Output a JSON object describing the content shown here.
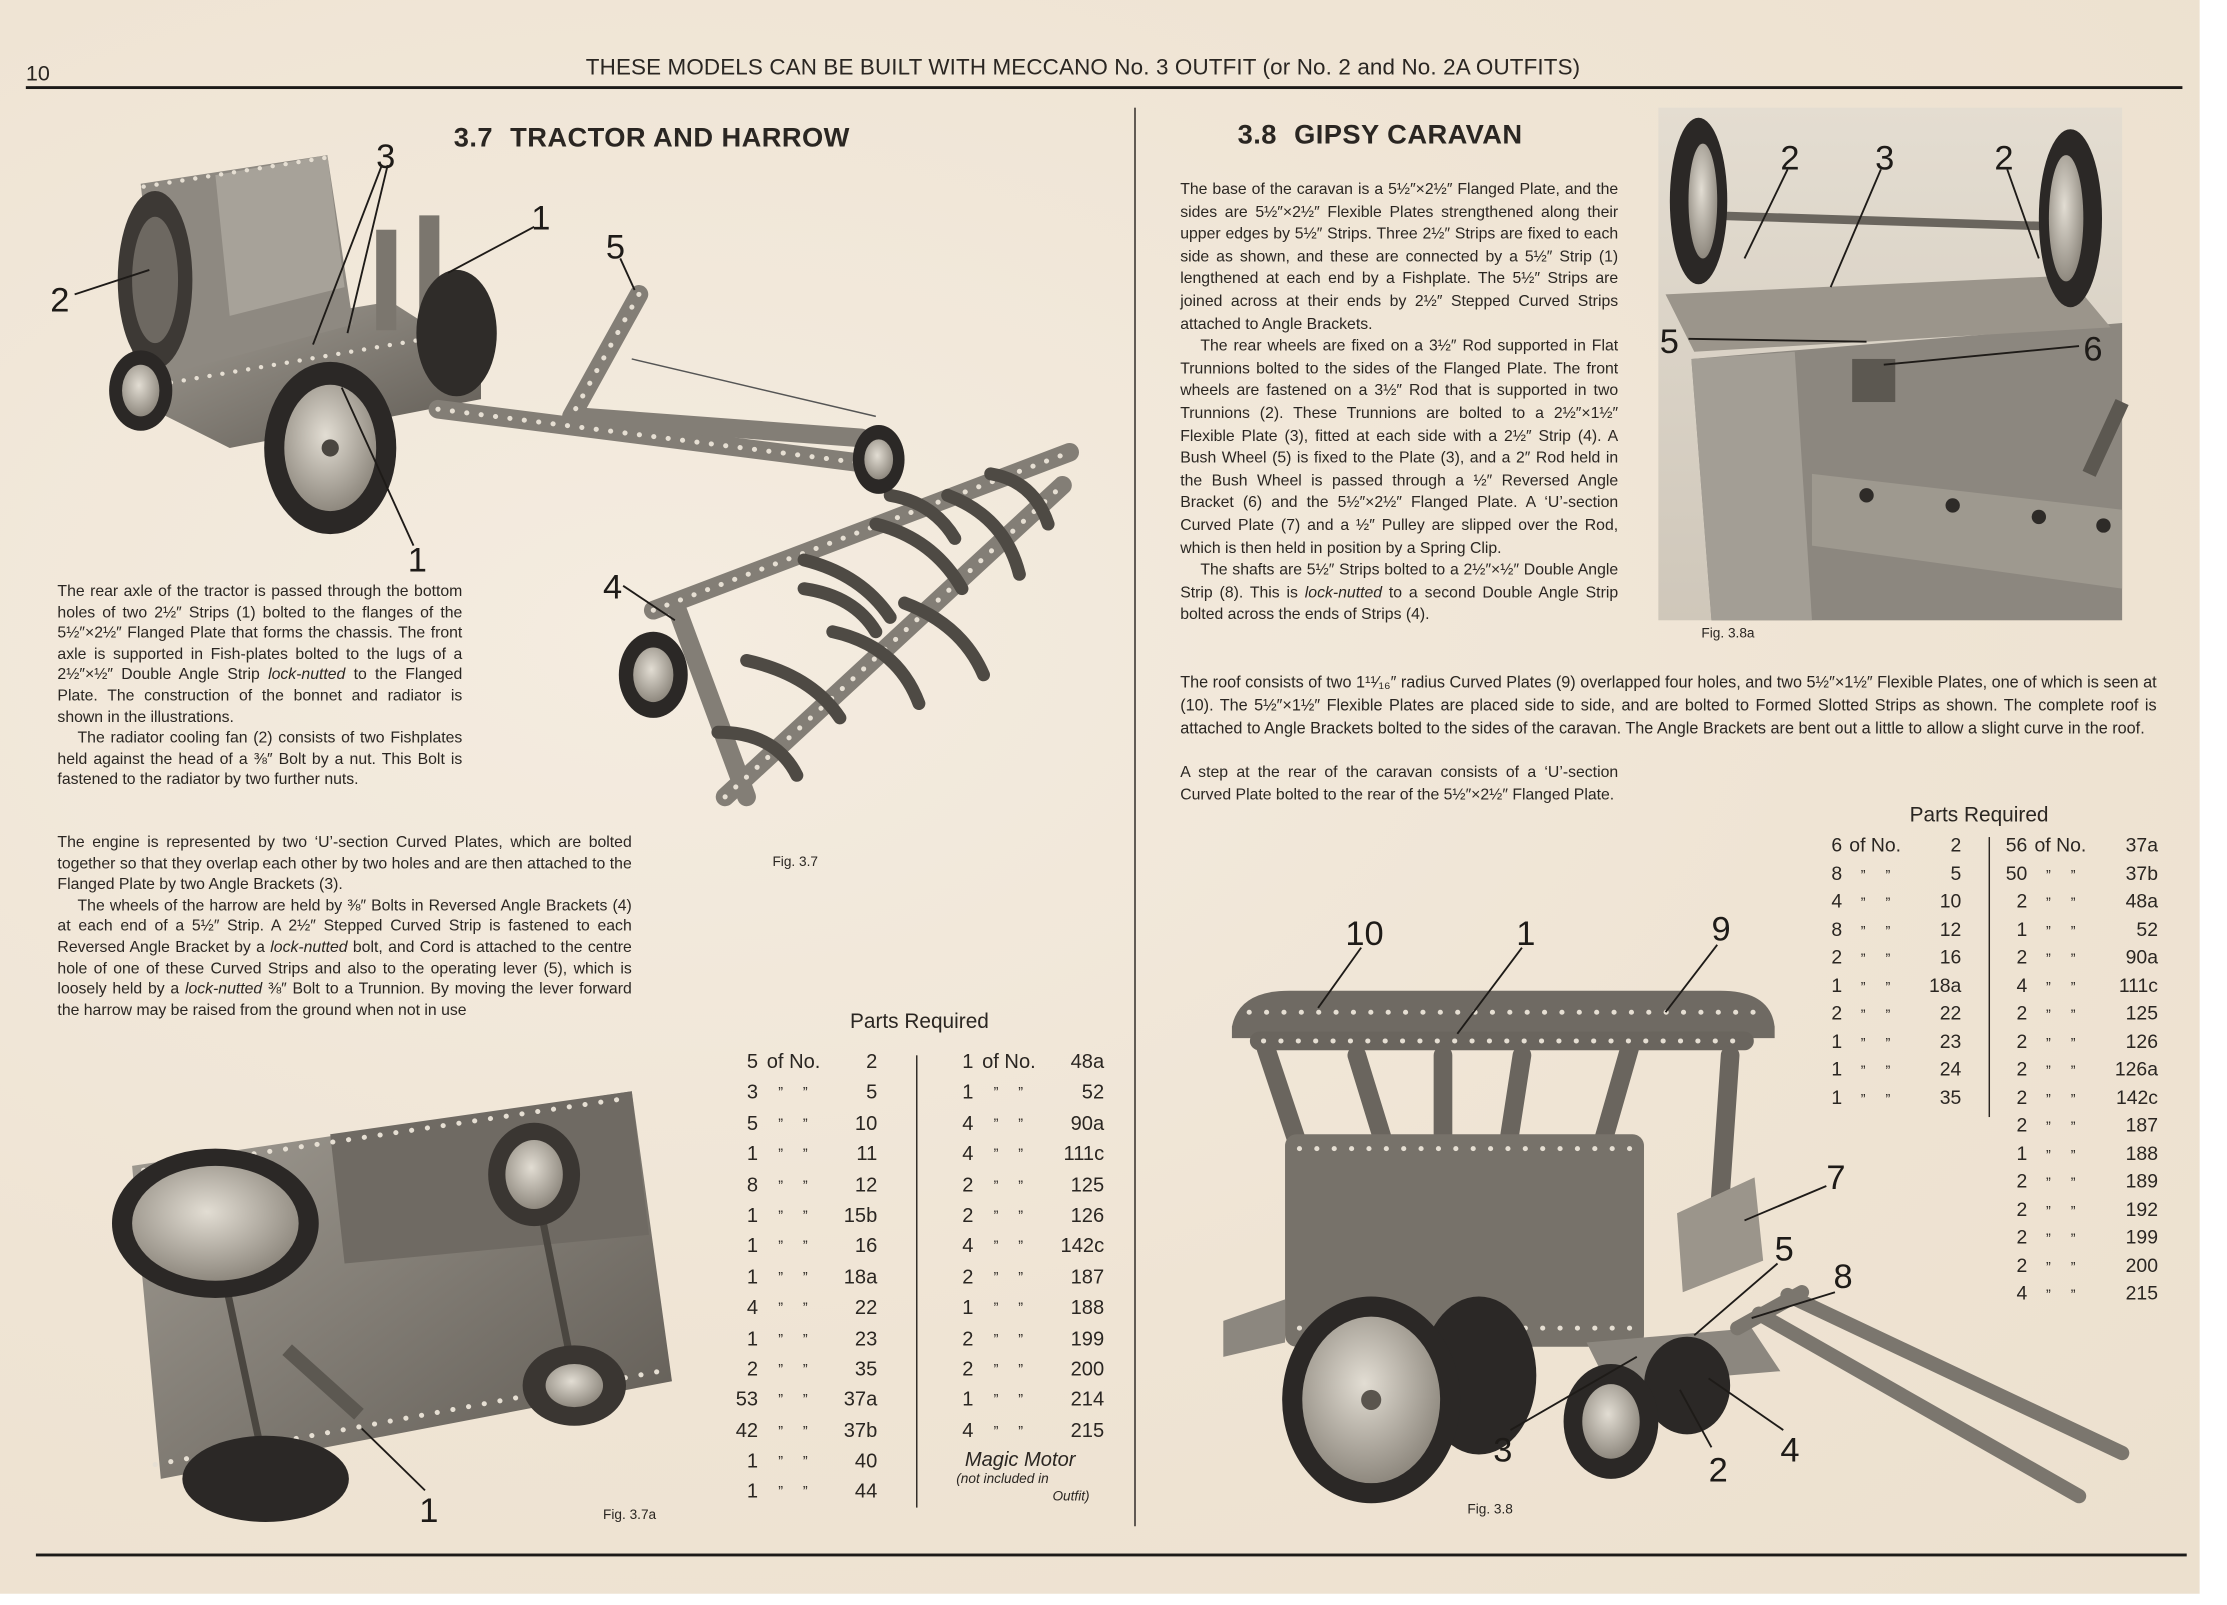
{
  "page": {
    "number": "10",
    "header": "THESE MODELS CAN BE BUILT WITH MECCANO No. 3 OUTFIT (or No. 2 and No. 2A OUTFITS)"
  },
  "tractor": {
    "section": "3.7",
    "title": "TRACTOR AND HARROW",
    "paragraphs_narrow": [
      [
        {
          "t": "The rear axle of the tractor is passed through the bottom holes of two 2½″ Strips (1) bolted to the flanges of the 5½″×2½″ Flanged Plate that forms the chassis. The front axle is supported in Fish-plates bolted to the lugs of a 2½″×½″ Double Angle Strip "
        },
        {
          "em": "lock-nutted"
        },
        {
          "t": " to the Flanged Plate. The construction of the bonnet and radiator is shown in the illustrations."
        }
      ],
      [
        {
          "t": "The radiator cooling fan (2) consists of two Fishplates held against the head of a ⅜″ Bolt by a nut. This Bolt is fastened to the radiator by two further nuts."
        }
      ]
    ],
    "paragraphs_wide": [
      [
        {
          "t": "The engine is represented by two ‘U’-section Curved Plates, which are bolted together so that they overlap each other by two holes and are then attached to the Flanged Plate by two Angle Brackets (3)."
        }
      ],
      [
        {
          "t": "The wheels of the harrow are held by ⅜″ Bolts in Reversed Angle Brackets (4) at each end of a 5½″ Strip. A 2½″ Stepped Curved Strip is fastened to each Reversed Angle Bracket by a "
        },
        {
          "em": "lock-nutted"
        },
        {
          "t": " bolt, and Cord is attached to the centre hole of one of these Curved Strips and also to the operating lever (5), which is loosely held by a "
        },
        {
          "em": "lock-nutted"
        },
        {
          "t": " ⅜″ Bolt to a Trunnion. By moving the lever forward the harrow may be raised from the ground when not in use"
        }
      ]
    ],
    "fig_main": {
      "caption": "Fig. 3.7",
      "callouts": [
        "3",
        "1",
        "5",
        "2",
        "1",
        "4"
      ]
    },
    "fig_under": {
      "caption": "Fig. 3.7a",
      "callouts": [
        "1"
      ]
    },
    "parts": {
      "title": "Parts Required",
      "left": [
        {
          "qty": "5",
          "of": "of No.",
          "no": "2"
        },
        {
          "qty": "3",
          "of": "”     ”",
          "no": "5"
        },
        {
          "qty": "5",
          "of": "”     ”",
          "no": "10"
        },
        {
          "qty": "1",
          "of": "”     ”",
          "no": "11"
        },
        {
          "qty": "8",
          "of": "”     ”",
          "no": "12"
        },
        {
          "qty": "1",
          "of": "”     ”",
          "no": "15b"
        },
        {
          "qty": "1",
          "of": "”     ”",
          "no": "16"
        },
        {
          "qty": "1",
          "of": "”     ”",
          "no": "18a"
        },
        {
          "qty": "4",
          "of": "”     ”",
          "no": "22"
        },
        {
          "qty": "1",
          "of": "”     ”",
          "no": "23"
        },
        {
          "qty": "2",
          "of": "”     ”",
          "no": "35"
        },
        {
          "qty": "53",
          "of": "”     ”",
          "no": "37a"
        },
        {
          "qty": "42",
          "of": "”     ”",
          "no": "37b"
        },
        {
          "qty": "1",
          "of": "”     ”",
          "no": "40"
        },
        {
          "qty": "1",
          "of": "”     ”",
          "no": "44"
        }
      ],
      "right": [
        {
          "qty": "1",
          "of": "of No.",
          "no": "48a"
        },
        {
          "qty": "1",
          "of": "”     ”",
          "no": "52"
        },
        {
          "qty": "4",
          "of": "”     ”",
          "no": "90a"
        },
        {
          "qty": "4",
          "of": "”     ”",
          "no": "111c"
        },
        {
          "qty": "2",
          "of": "”     ”",
          "no": "125"
        },
        {
          "qty": "2",
          "of": "”     ”",
          "no": "126"
        },
        {
          "qty": "4",
          "of": "”     ”",
          "no": "142c"
        },
        {
          "qty": "2",
          "of": "”     ”",
          "no": "187"
        },
        {
          "qty": "1",
          "of": "”     ”",
          "no": "188"
        },
        {
          "qty": "2",
          "of": "”     ”",
          "no": "199"
        },
        {
          "qty": "2",
          "of": "”     ”",
          "no": "200"
        },
        {
          "qty": "1",
          "of": "”     ”",
          "no": "214"
        },
        {
          "qty": "4",
          "of": "”     ”",
          "no": "215"
        }
      ],
      "note": {
        "title": "Magic Motor",
        "line1": "(not included in",
        "line2": "Outfit)"
      }
    }
  },
  "caravan": {
    "section": "3.8",
    "title": "GIPSY CARAVAN",
    "paragraphs_narrow": [
      [
        {
          "t": "The base of the caravan is a 5½″×2½″ Flanged Plate, and the sides are 5½″×2½″ Flexible Plates strengthened along their upper edges by 5½″ Strips. Three 2½″ Strips are fixed to each side as shown, and these are connected by a 5½″ Strip (1) lengthened at each end by a Fishplate. The 5½″ Strips are joined across at their ends by 2½″ Stepped Curved Strips attached to Angle Brackets."
        }
      ],
      [
        {
          "t": "The rear wheels are fixed on a 3½″ Rod supported in Flat Trunnions bolted to the sides of the Flanged Plate. The front wheels are fastened on a 3½″ Rod that is supported in two Trunnions (2). These Trunnions are bolted to a 2½″×1½″ Flexible Plate (3), fitted at each side with a 2½″ Strip (4). A Bush Wheel (5) is fixed to the Plate (3), and a 2″ Rod held in the Bush Wheel is passed through a ½″ Reversed Angle Bracket (6) and the 5½″×2½″ Flanged Plate. A ‘U’-section Curved Plate (7) and a ½″ Pulley are slipped over the Rod, which is then held in position by a Spring Clip."
        }
      ],
      [
        {
          "t": "The shafts are 5½″ Strips bolted to a 2½″×½″ Double Angle Strip (8). This is "
        },
        {
          "em": "lock-nutted"
        },
        {
          "t": " to a second Double Angle Strip bolted across the ends of Strips (4)."
        }
      ]
    ],
    "paragraphs_wide": [
      [
        {
          "t": "The roof consists of two 1¹¹⁄₁₆″ radius Curved Plates (9) overlapped four holes, and two 5½″×1½″ Flexible Plates, one of which is seen at (10). The 5½″×1½″ Flexible Plates are placed side to side, and are bolted to Formed Slotted Strips as shown. The complete roof is attached to Angle Brackets bolted to the sides of the caravan. The Angle Brackets are bent out a little to allow a slight curve in the roof."
        }
      ]
    ],
    "paragraphs_step": [
      [
        {
          "t": "A step at the rear of the caravan consists of a ‘U’-section Curved Plate bolted to the rear of the 5½″×2½″ Flanged Plate."
        }
      ]
    ],
    "fig_detail": {
      "caption": "Fig. 3.8a",
      "callouts": [
        "2",
        "3",
        "2",
        "5",
        "6"
      ]
    },
    "fig_main": {
      "caption": "Fig. 3.8",
      "callouts": [
        "10",
        "1",
        "9",
        "7",
        "5",
        "8",
        "3",
        "2",
        "4"
      ]
    },
    "parts": {
      "title": "Parts Required",
      "left": [
        {
          "qty": "6",
          "of": "of No.",
          "no": "2"
        },
        {
          "qty": "8",
          "of": "”     ”",
          "no": "5"
        },
        {
          "qty": "4",
          "of": "”     ”",
          "no": "10"
        },
        {
          "qty": "8",
          "of": "”     ”",
          "no": "12"
        },
        {
          "qty": "2",
          "of": "”     ”",
          "no": "16"
        },
        {
          "qty": "1",
          "of": "”     ”",
          "no": "18a"
        },
        {
          "qty": "2",
          "of": "”     ”",
          "no": "22"
        },
        {
          "qty": "1",
          "of": "”     ”",
          "no": "23"
        },
        {
          "qty": "1",
          "of": "”     ”",
          "no": "24"
        },
        {
          "qty": "1",
          "of": "”     ”",
          "no": "35"
        }
      ],
      "right": [
        {
          "qty": "56",
          "of": "of No.",
          "no": "37a"
        },
        {
          "qty": "50",
          "of": "”     ”",
          "no": "37b"
        },
        {
          "qty": "2",
          "of": "”     ”",
          "no": "48a"
        },
        {
          "qty": "1",
          "of": "”     ”",
          "no": "52"
        },
        {
          "qty": "2",
          "of": "”     ”",
          "no": "90a"
        },
        {
          "qty": "4",
          "of": "”     ”",
          "no": "111c"
        },
        {
          "qty": "2",
          "of": "”     ”",
          "no": "125"
        },
        {
          "qty": "2",
          "of": "”     ”",
          "no": "126"
        },
        {
          "qty": "2",
          "of": "”     ”",
          "no": "126a"
        },
        {
          "qty": "2",
          "of": "”     ”",
          "no": "142c"
        },
        {
          "qty": "2",
          "of": "”     ”",
          "no": "187"
        },
        {
          "qty": "1",
          "of": "”     ”",
          "no": "188"
        },
        {
          "qty": "2",
          "of": "”     ”",
          "no": "189"
        },
        {
          "qty": "2",
          "of": "”     ”",
          "no": "192"
        },
        {
          "qty": "2",
          "of": "”     ”",
          "no": "199"
        },
        {
          "qty": "2",
          "of": "”     ”",
          "no": "200"
        },
        {
          "qty": "4",
          "of": "”     ”",
          "no": "215"
        }
      ]
    }
  },
  "colors": {
    "paper": "#efe4d4",
    "ink": "#2a2622",
    "metal": "#8a857c",
    "metal_dark": "#3a3632"
  }
}
